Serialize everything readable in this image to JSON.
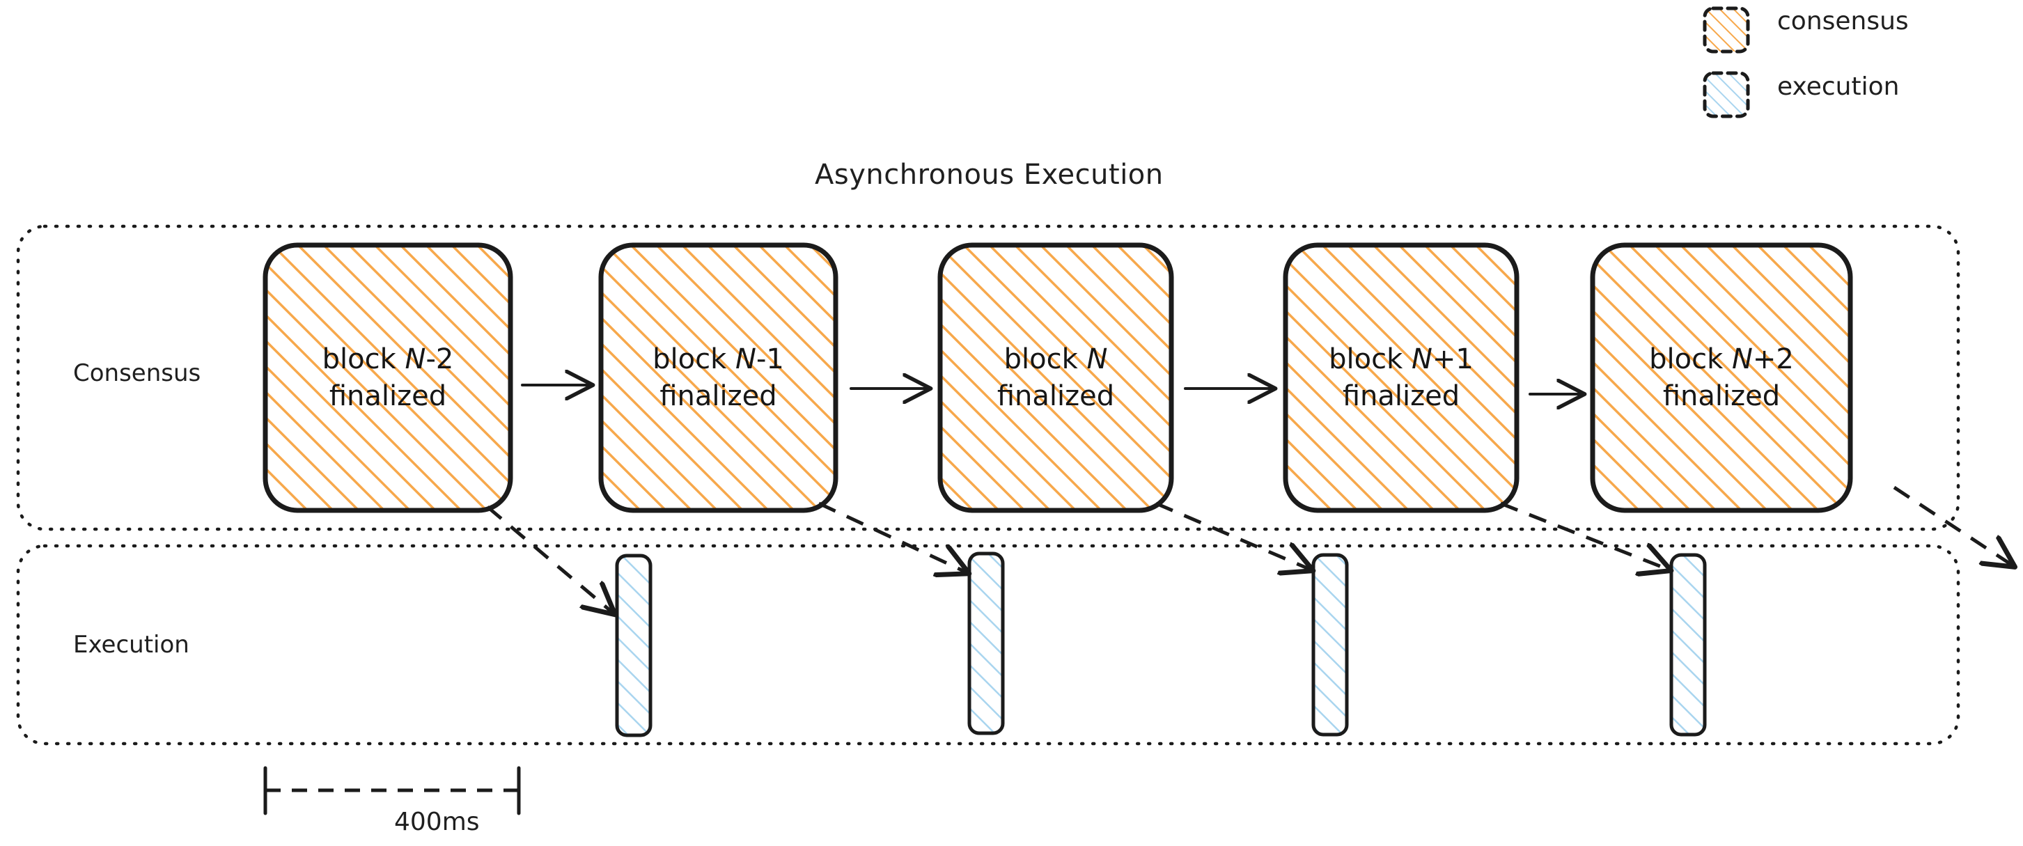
{
  "diagram": {
    "title": "Asynchronous Execution",
    "colors": {
      "consensus_hatch": "#f7a84b",
      "execution_hatch": "#a9d5ef",
      "stroke": "#1b1b1b",
      "background": "#ffffff"
    }
  },
  "legend": {
    "items": [
      {
        "label": "consensus",
        "swatch": "consensus-swatch",
        "color": "#f7a84b"
      },
      {
        "label": "execution",
        "swatch": "execution-swatch",
        "color": "#a9d5ef"
      }
    ]
  },
  "lanes": [
    {
      "id": "consensus",
      "label": "Consensus"
    },
    {
      "id": "execution",
      "label": "Execution"
    }
  ],
  "consensus_blocks": [
    {
      "line1_prefix": "block ",
      "line1_var": "N",
      "line1_suffix": "-2",
      "line2": "finalized"
    },
    {
      "line1_prefix": "block ",
      "line1_var": "N",
      "line1_suffix": "-1",
      "line2": "finalized"
    },
    {
      "line1_prefix": "block ",
      "line1_var": "N",
      "line1_suffix": "",
      "line2": "finalized"
    },
    {
      "line1_prefix": "block ",
      "line1_var": "N",
      "line1_suffix": "+1",
      "line2": "finalized"
    },
    {
      "line1_prefix": "block ",
      "line1_var": "N",
      "line1_suffix": "+2",
      "line2": "finalized"
    }
  ],
  "execution_bars": [
    {
      "index": 1
    },
    {
      "index": 2
    },
    {
      "index": 3
    },
    {
      "index": 4
    }
  ],
  "measurement": {
    "label": "400ms",
    "value": 400,
    "unit": "ms"
  }
}
